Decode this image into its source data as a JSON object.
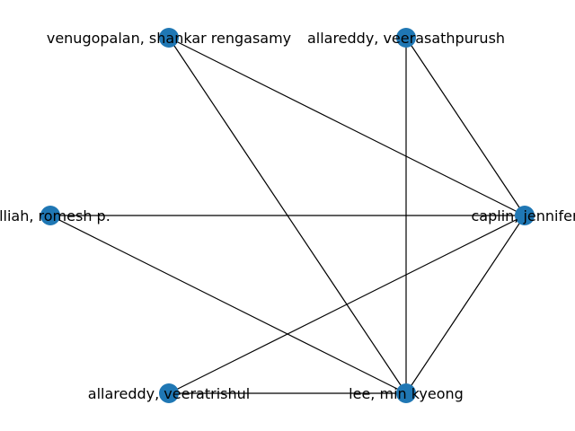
{
  "graph": {
    "node_color": "#1f77b4",
    "edge_color": "#000000",
    "nodes": [
      {
        "id": "venugopalan",
        "label": "venugopalan, shankar rengasamy"
      },
      {
        "id": "veerasathpurush",
        "label": "allareddy, veerasathpurush"
      },
      {
        "id": "romesh",
        "label": "elliah, romesh p."
      },
      {
        "id": "jennifer",
        "label": "caplin, jennifer"
      },
      {
        "id": "veeratrishul",
        "label": "allareddy, veeratrishul"
      },
      {
        "id": "minkyeong",
        "label": "lee, min kyeong"
      }
    ],
    "edges": [
      [
        "venugopalan",
        "jennifer"
      ],
      [
        "venugopalan",
        "minkyeong"
      ],
      [
        "veerasathpurush",
        "jennifer"
      ],
      [
        "veerasathpurush",
        "minkyeong"
      ],
      [
        "romesh",
        "jennifer"
      ],
      [
        "romesh",
        "minkyeong"
      ],
      [
        "jennifer",
        "veeratrishul"
      ],
      [
        "jennifer",
        "minkyeong"
      ],
      [
        "veeratrishul",
        "minkyeong"
      ]
    ]
  }
}
